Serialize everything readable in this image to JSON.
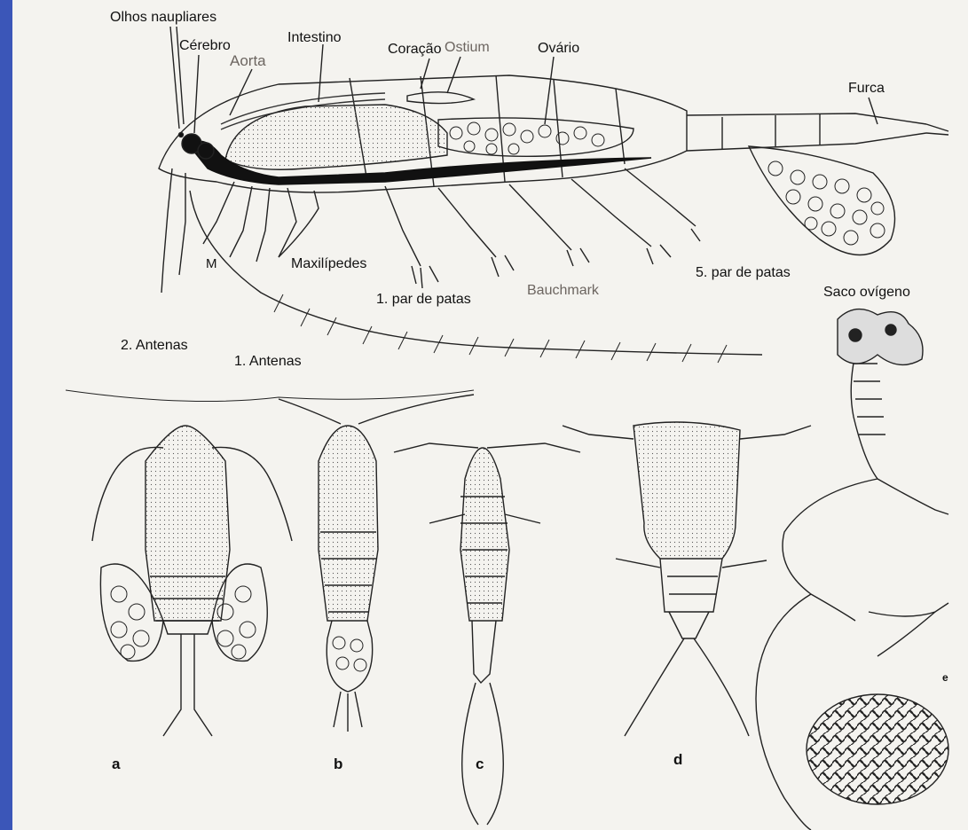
{
  "labels": {
    "olhos_naupliares": "Olhos naupliares",
    "cerebro": "Cérebro",
    "aorta": "Aorta",
    "intestino": "Intestino",
    "coracao": "Coração",
    "ostium": "Ostium",
    "ovario": "Ovário",
    "furca": "Furca",
    "m": "M",
    "maxilipedes": "Maxilípedes",
    "par_patas_1": "1. par de patas",
    "bauchmark": "Bauchmark",
    "par_patas_5": "5. par de patas",
    "saco_ovigeno": "Saco ovígeno",
    "antenas_2": "2. Antenas",
    "antenas_1": "1. Antenas"
  },
  "figures": {
    "a": "a",
    "b": "b",
    "c": "c",
    "d": "d",
    "e": "e"
  },
  "colors": {
    "background_blue": "#2f4aa9",
    "paper": "#f4f3ef",
    "ink": "#111111",
    "soft_label": "#6c6560"
  }
}
